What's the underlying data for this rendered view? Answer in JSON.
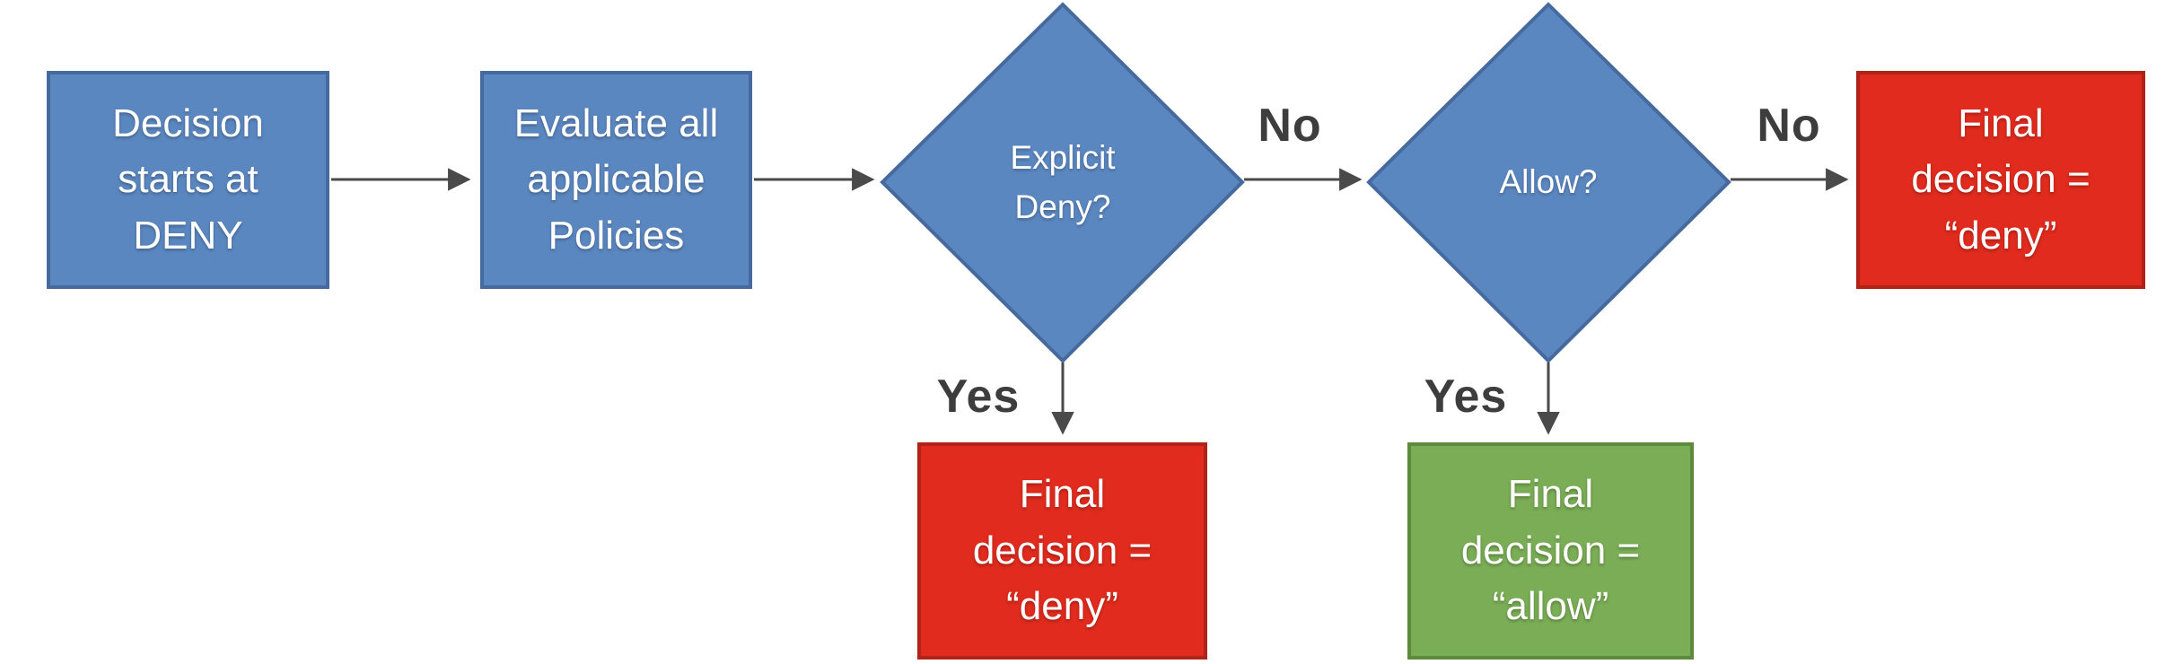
{
  "diagram": {
    "type": "flowchart",
    "nodes": {
      "start": {
        "label": "Decision\nstarts at\nDENY",
        "shape": "rectangle",
        "color": "blue"
      },
      "evaluate": {
        "label": "Evaluate all\napplicable\nPolicies",
        "shape": "rectangle",
        "color": "blue"
      },
      "explicit_deny": {
        "label": "Explicit\nDeny?",
        "shape": "diamond",
        "color": "blue"
      },
      "allow": {
        "label": "Allow?",
        "shape": "diamond",
        "color": "blue"
      },
      "final_deny_right": {
        "label": "Final\ndecision =\n“deny”",
        "shape": "rectangle",
        "color": "red"
      },
      "final_deny_bottom": {
        "label": "Final\ndecision =\n“deny”",
        "shape": "rectangle",
        "color": "red"
      },
      "final_allow": {
        "label": "Final\ndecision =\n“allow”",
        "shape": "rectangle",
        "color": "green"
      }
    },
    "edge_labels": {
      "explicit_deny_no": "No",
      "explicit_deny_yes": "Yes",
      "allow_no": "No",
      "allow_yes": "Yes"
    },
    "colors": {
      "process_fill": "#5b87c0",
      "process_border": "#466a9e",
      "deny_fill": "#e02b1e",
      "deny_border": "#b02318",
      "allow_fill": "#7aad55",
      "allow_border": "#5d8a3c",
      "arrow": "#4a4a4a",
      "edge_label_text": "#3d3d3d",
      "node_text": "#ffffff"
    }
  }
}
